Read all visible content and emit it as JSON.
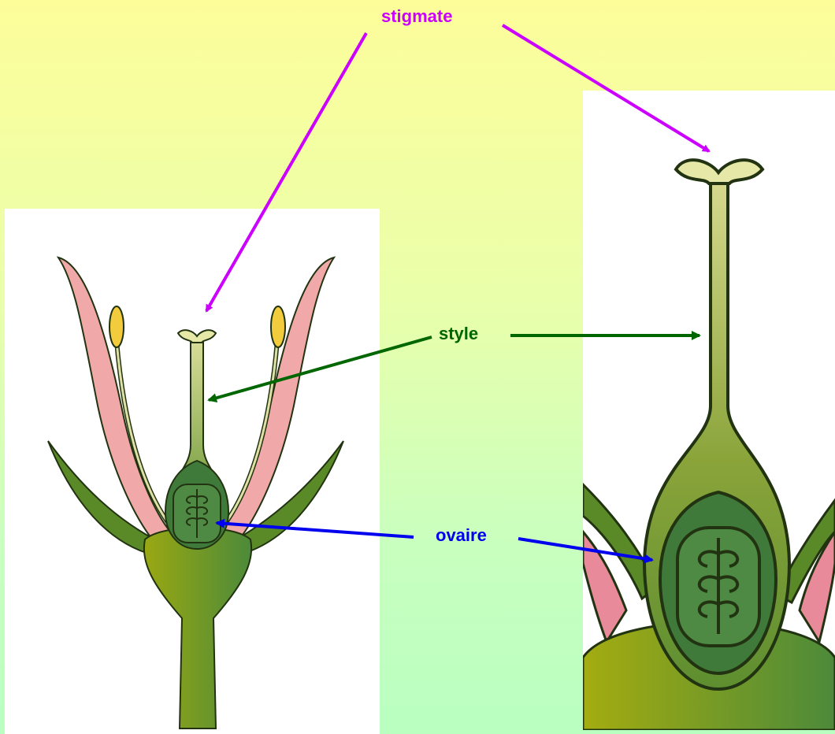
{
  "labels": {
    "stigmate": "stigmate",
    "style": "style",
    "ovaire": "ovaire"
  },
  "colors": {
    "stigmate": "#cc00ff",
    "style": "#006600",
    "ovaire": "#0000ee",
    "petal": "#f0a8a8",
    "sepal": "#5a8a28",
    "receptacle_light": "#9aa812",
    "receptacle_dark": "#4c8a3a",
    "pistil": "#8fa448",
    "stigma": "#e6e8a8",
    "anther": "#f2cc3c",
    "ovary": "#3f7a3a"
  },
  "icons": [
    "flower-full-drawing",
    "pistil-closeup-drawing"
  ]
}
